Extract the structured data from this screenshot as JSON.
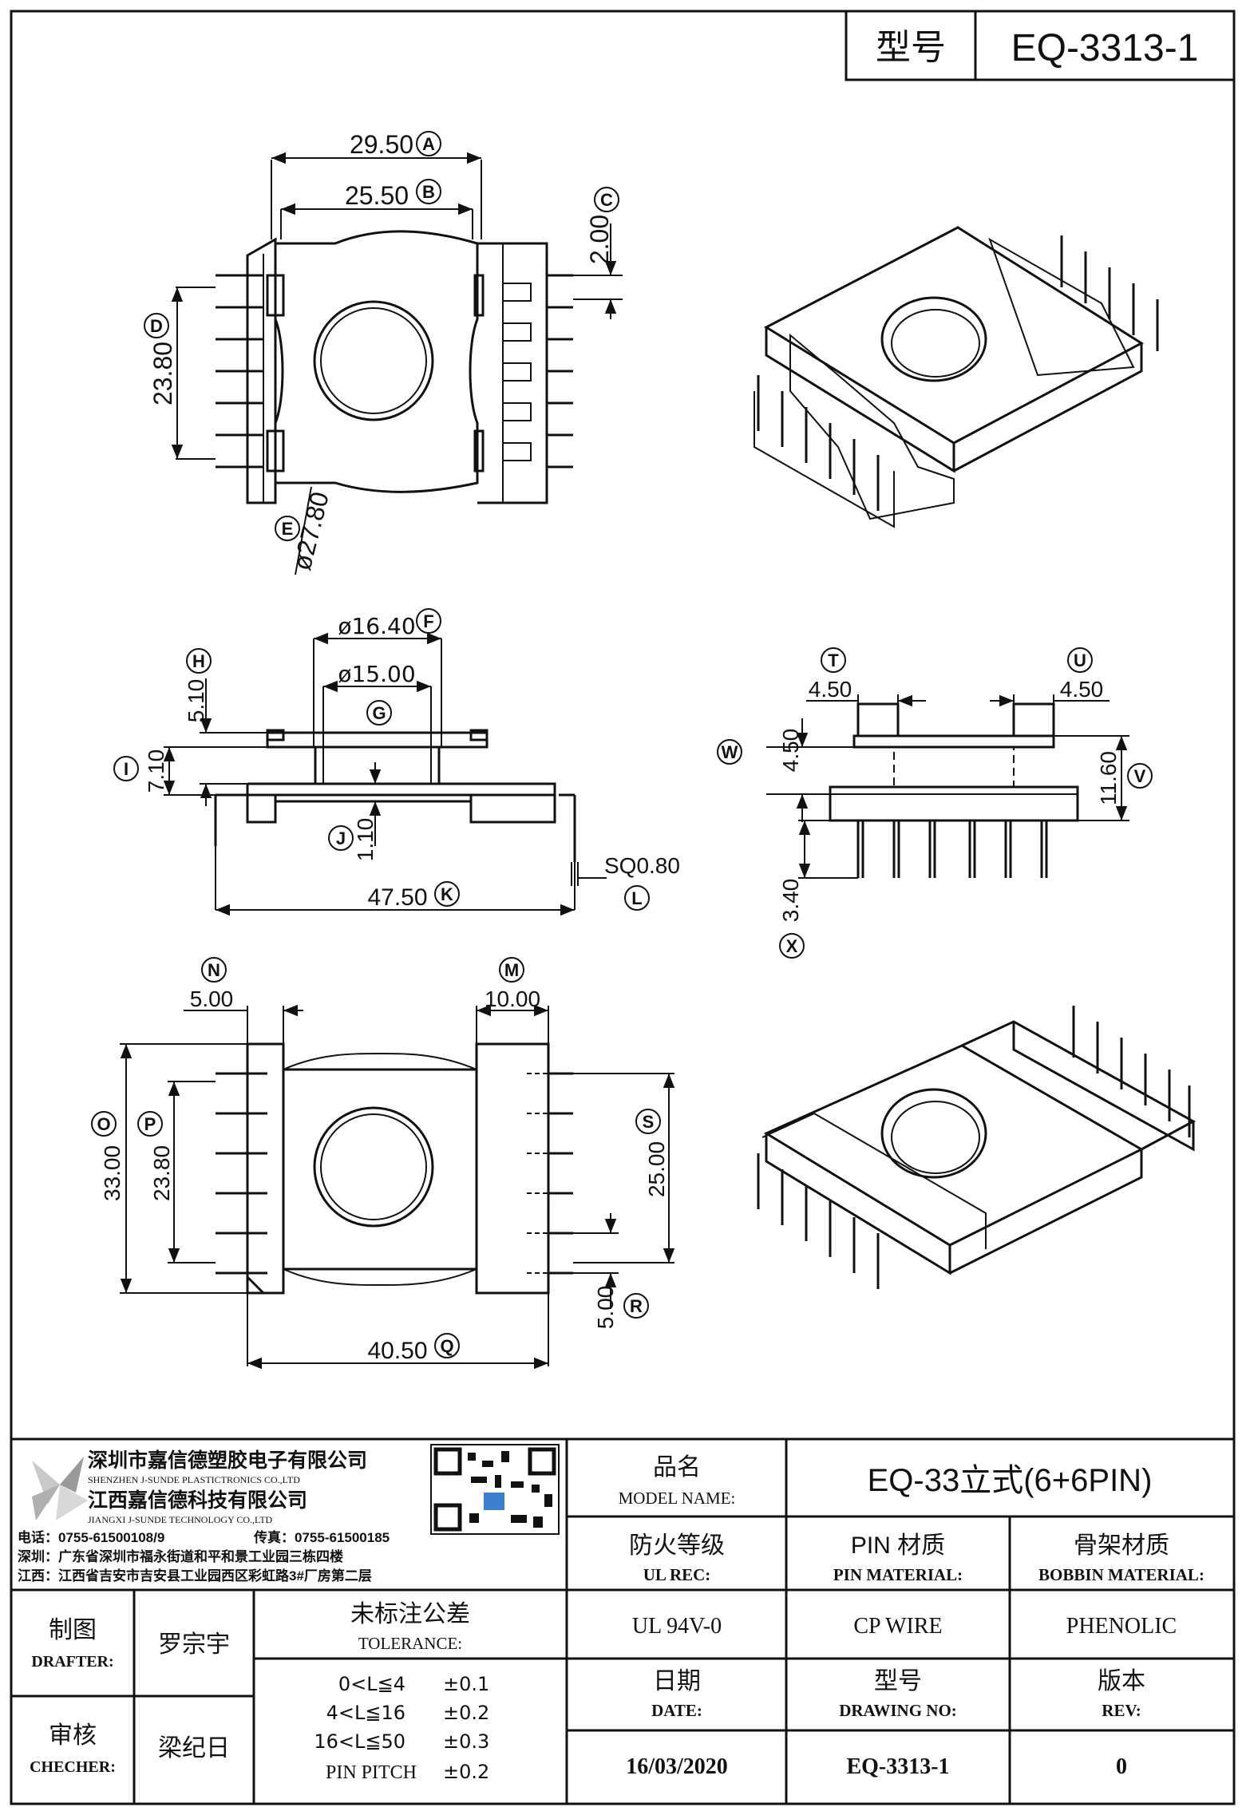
{
  "header": {
    "model_label": "型号",
    "model_value": "EQ-3313-1"
  },
  "top_view": {
    "dims": [
      "29.50",
      "25.50",
      "2.00",
      "23.80",
      "ø27.80"
    ],
    "callouts": [
      "A",
      "B",
      "C",
      "D",
      "E"
    ]
  },
  "side_view": {
    "dims": [
      "ø16.40",
      "ø15.00",
      "5.10",
      "7.10",
      "1.10",
      "47.50",
      "SQ0.80"
    ],
    "callouts": [
      "F",
      "G",
      "H",
      "I",
      "J",
      "K",
      "L"
    ]
  },
  "end_view": {
    "dims": [
      "4.50",
      "4.50",
      "4.50",
      "11.60",
      "3.40"
    ],
    "callouts": [
      "T",
      "U",
      "W",
      "V",
      "X"
    ]
  },
  "bottom_view": {
    "dims": [
      "5.00",
      "10.00",
      "33.00",
      "23.80",
      "25.00",
      "5.00",
      "40.50"
    ],
    "callouts": [
      "N",
      "M",
      "O",
      "P",
      "S",
      "R",
      "Q"
    ]
  },
  "company": {
    "name_cn": "深圳市嘉信德塑胶电子有限公司",
    "name_en": "SHENZHEN J-SUNDE PLASTICTRONICS CO.,LTD",
    "name2_cn": "江西嘉信德科技有限公司",
    "name2_en": "JIANGXI J-SUNDE TECHNOLOGY CO.,LTD",
    "tel": "电话：0755-61500108/9",
    "fax": "传真：0755-61500185",
    "addr_sz": "深圳：广东省深圳市福永街道和平和景工业园三栋四楼",
    "addr_jx": "江西：江西省吉安市吉安县工业园西区彩虹路3#厂房第二层"
  },
  "title_block": {
    "model_name_cn": "品名",
    "model_name_en": "MODEL NAME:",
    "model_name_value": "EQ-33立式(6+6PIN)",
    "ul_cn": "防火等级",
    "ul_en": "UL REC:",
    "ul_value": "UL 94V-0",
    "pin_cn": "PIN 材质",
    "pin_en": "PIN MATERIAL:",
    "pin_value": "CP WIRE",
    "bobbin_cn": "骨架材质",
    "bobbin_en": "BOBBIN MATERIAL:",
    "bobbin_value": "PHENOLIC",
    "drafter_cn": "制图",
    "drafter_en": "DRAFTER:",
    "drafter_value": "罗宗宇",
    "checker_cn": "审核",
    "checker_en": "CHECHER:",
    "checker_value": "梁纪日",
    "tol_cn": "未标注公差",
    "tol_en": "TOLERANCE:",
    "tol_rows": [
      {
        "range": "0<L≦4",
        "value": "±0.1"
      },
      {
        "range": "4<L≦16",
        "value": "±0.2"
      },
      {
        "range": "16<L≦50",
        "value": "±0.3"
      },
      {
        "range": "PIN PITCH",
        "value": "±0.2"
      }
    ],
    "date_cn": "日期",
    "date_en": "DATE:",
    "date_value": "16/03/2020",
    "drawing_cn": "型号",
    "drawing_en": "DRAWING NO:",
    "drawing_value": "EQ-3313-1",
    "rev_cn": "版本",
    "rev_en": "REV:",
    "rev_value": "0"
  }
}
